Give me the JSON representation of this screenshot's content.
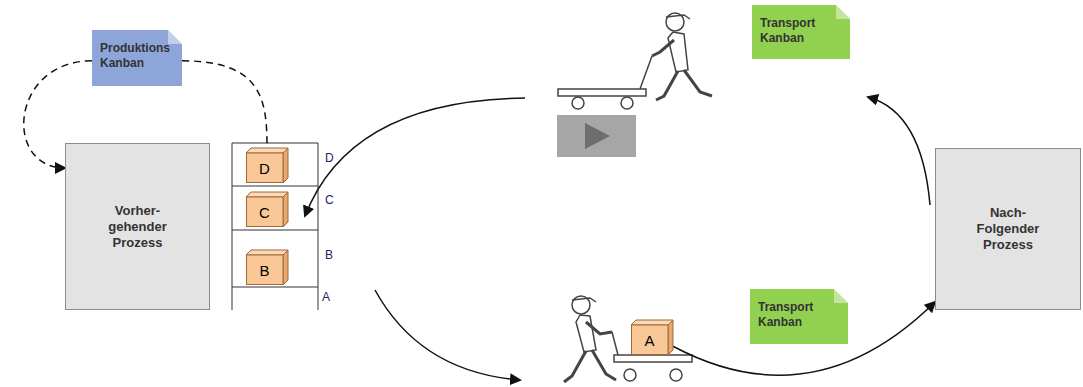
{
  "diagram": {
    "nodes": [
      {
        "text": [
          "Produktions Kanban"
        ]
      },
      {
        "text": [
          "Transport Kanban"
        ]
      },
      {
        "text": [
          "D"
        ]
      },
      {
        "text": [
          "Vorher- gehender Prozess"
        ]
      },
      {
        "text": [
          "C"
        ]
      },
      {
        "text": [
          "B"
        ]
      },
      {
        "text": [
          "Nach- Folgender Prozess"
        ]
      },
      {
        "text": [
          "A"
        ]
      },
      {
        "text": [
          "Transport Kanban"
        ]
      }
    ],
    "edges": [
      {
        "from": 0,
        "to": 3,
        "arrow": "to"
      },
      {
        "from": 0,
        "to": 2,
        "arrow": "none"
      },
      {
        "from": 7,
        "to": 6,
        "arrow": "to"
      }
    ],
    "labels": [
      "D",
      "C",
      "B",
      "A"
    ]
  }
}
